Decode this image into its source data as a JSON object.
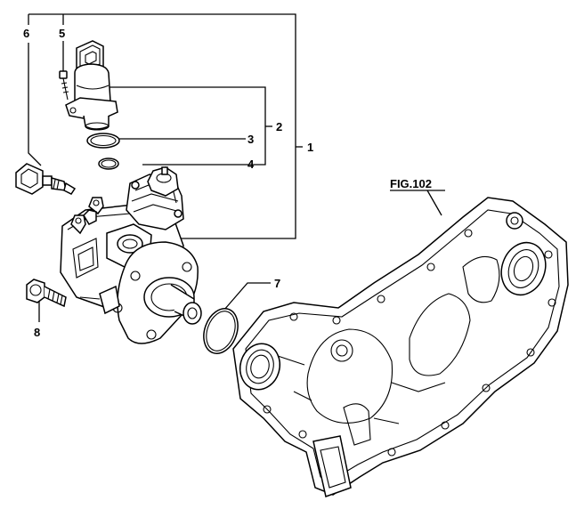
{
  "diagram": {
    "figure_ref": "FIG.102",
    "callouts": {
      "c1": "1",
      "c2": "2",
      "c3": "3",
      "c4": "4",
      "c5": "5",
      "c6": "6",
      "c7": "7",
      "c8": "8"
    },
    "parts": [
      "solenoid-valve",
      "large-o-ring",
      "small-o-ring",
      "screw",
      "temperature-sensor",
      "injection-pump",
      "pump-o-ring",
      "flange-bolt",
      "gear-case"
    ]
  }
}
